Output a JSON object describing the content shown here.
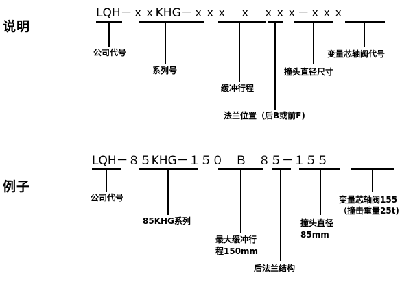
{
  "spec": {
    "heading": "说明",
    "code": "LQH－ｘｘKHG－ｘｘｘ　ｘ　ｘｘｘ－ｘｘｘ",
    "labels": {
      "company": "公司代号",
      "series": "系列号",
      "stroke": "缓冲行程",
      "flange": "法兰位置（后B或前F)",
      "diameter": "撞头直径尺寸",
      "core": "变量芯轴阀代号"
    }
  },
  "example": {
    "heading": "例子",
    "code": "LQH－８５KHG－１５０　Ｂ　８５－１５５",
    "labels": {
      "company": "公司代号",
      "series": "85KHG系列",
      "stroke_1": "最大缓冲行",
      "stroke_2": "程150mm",
      "flange": "后法兰结构",
      "diameter_1": "撞头直径",
      "diameter_2": "85mm",
      "core_1": "变量芯轴阀155",
      "core_2": "（撞击重量25t)"
    }
  }
}
